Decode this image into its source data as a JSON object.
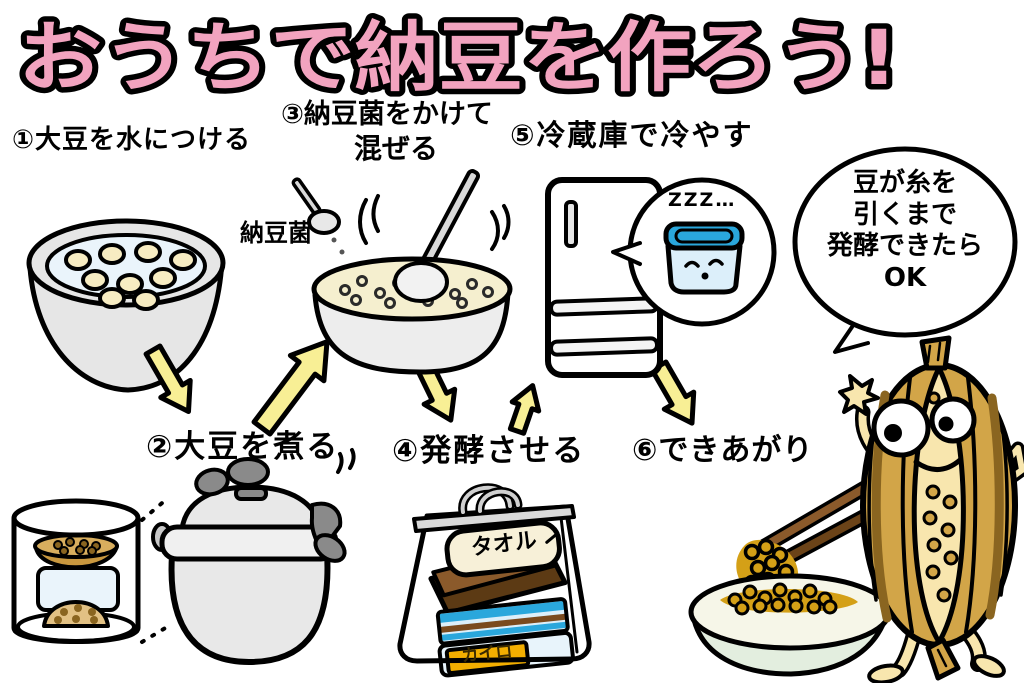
{
  "title": "おうちで納豆を作ろう!",
  "steps": {
    "s1": {
      "label": "①大豆を水につける"
    },
    "s2": {
      "label": "②大豆を煮る"
    },
    "s3": {
      "label": "③納豆菌をかけて",
      "label2": "混ぜる"
    },
    "s4": {
      "label": "④発酵させる"
    },
    "s5": {
      "label": "⑤冷蔵庫で冷やす"
    },
    "s6": {
      "label": "⑥できあがり"
    }
  },
  "labels": {
    "natto_kin": "納豆菌",
    "zzz": "ZZZ…",
    "towel": "タオル",
    "kairo": "カイロ"
  },
  "speech_bubble": {
    "lines": [
      "豆が糸を",
      "引くまで",
      "発酵できたら",
      "OK"
    ]
  },
  "colors": {
    "title_pink": "#F2A3BF",
    "outline_black": "#000000",
    "arrow_yellow": "#F8EF95",
    "water_blue": "#EAF4FB",
    "bean_cream": "#F7ECC2",
    "bowl_gray": "#E6E6E6",
    "knob_gray": "#8A8A8A",
    "straw_tan": "#D2A548",
    "straw_dark": "#8A6520",
    "interior_cream": "#F8E6AE",
    "lid_blue": "#2AA7DC",
    "container_lightblue": "#DCEFFA",
    "towel_brown": "#8B5A2B",
    "label_cream": "#F7F0D8",
    "kairo_orange": "#F2AE00",
    "natto_mustard": "#D4A017",
    "bowl_green": "#E3EEDF"
  }
}
